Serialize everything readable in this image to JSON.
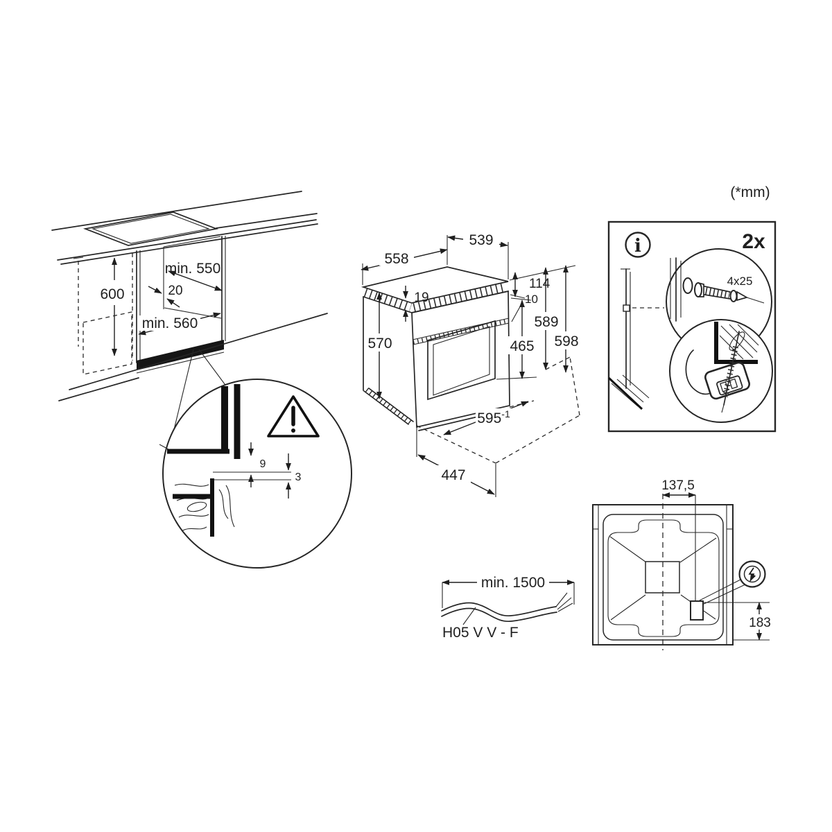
{
  "units_note": "(*mm)",
  "cabinet_view": {
    "height": "600",
    "top_depth": "min. 550",
    "rear_gap": "20",
    "bottom_depth": "min. 560",
    "detail": {
      "panel_overhang": "9",
      "gap": "3"
    }
  },
  "oven_view": {
    "top_width_back": "539",
    "top_width_front": "558",
    "trim_height": "19",
    "control_panel_height": "114",
    "front_overlap": "10",
    "body_height": "570",
    "door_inner_height": "465",
    "height_to_trim": "589",
    "total_height": "598",
    "front_width": "595",
    "front_width_tolerance": "-1",
    "body_depth": "447"
  },
  "mounting_box": {
    "quantity": "2x",
    "info_symbol": "i",
    "screw_size": "4x25"
  },
  "rear_view": {
    "mains_offset_x": "137,5",
    "mains_offset_y": "183"
  },
  "power_cable": {
    "min_length": "min. 1500",
    "cable_type": "H05 V V - F"
  }
}
